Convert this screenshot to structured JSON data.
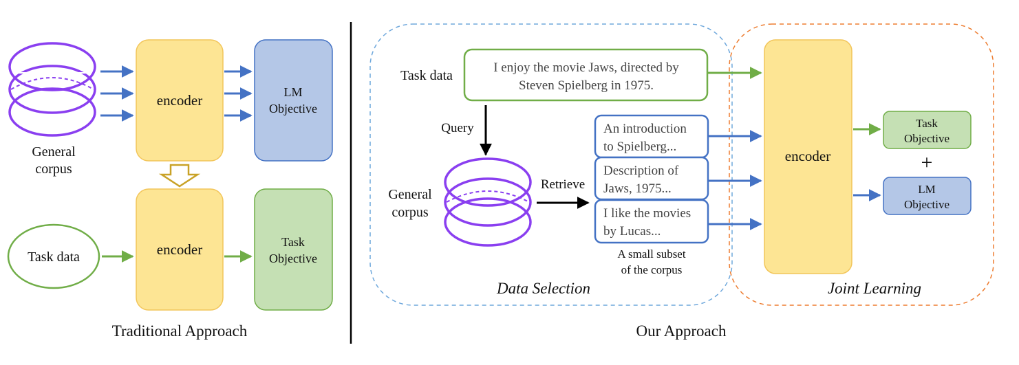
{
  "traditional": {
    "general_corpus_line1": "General",
    "general_corpus_line2": "corpus",
    "encoder_top": "encoder",
    "lm_objective_line1": "LM",
    "lm_objective_line2": "Objective",
    "task_data": "Task data",
    "encoder_bottom": "encoder",
    "task_objective_line1": "Task",
    "task_objective_line2": "Objective",
    "caption": "Traditional Approach"
  },
  "ours": {
    "task_data_label": "Task data",
    "task_sentence_line1": "I enjoy the movie Jaws, directed by",
    "task_sentence_line2": "Steven Spielberg in 1975.",
    "query_label": "Query",
    "general_corpus_line1": "General",
    "general_corpus_line2": "corpus",
    "retrieve_label": "Retrieve",
    "doc1_line1": "An introduction",
    "doc1_line2": "to Spielberg...",
    "doc2_line1": "Description of",
    "doc2_line2": "Jaws, 1975...",
    "doc3_line1": "I like the movies",
    "doc3_line2": "by Lucas...",
    "subset_line1": "A small subset",
    "subset_line2": "of the corpus",
    "data_selection": "Data Selection",
    "encoder": "encoder",
    "task_objective_line1": "Task",
    "task_objective_line2": "Objective",
    "plus": "+",
    "lm_objective_line1": "LM",
    "lm_objective_line2": "Objective",
    "joint_learning": "Joint Learning",
    "caption": "Our Approach"
  },
  "colors": {
    "corpus_purple": "#8a3ff0",
    "encoder_fill": "#fde594",
    "encoder_stroke": "#f2c55a",
    "lm_fill": "#b4c7e7",
    "lm_stroke": "#4472c4",
    "task_fill": "#c5e0b4",
    "task_stroke": "#70ad47",
    "arrow_blue": "#4472c4",
    "arrow_green": "#70ad47",
    "selection_border": "#6fa8dc",
    "joint_border": "#ed7d31",
    "down_arrow": "#c9a227"
  }
}
